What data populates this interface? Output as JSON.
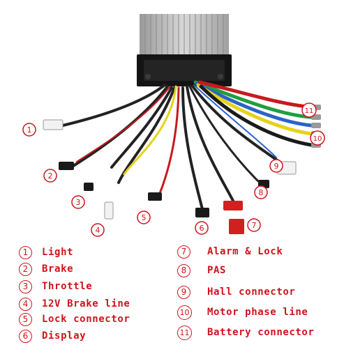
{
  "callout_numbers": [
    "1",
    "2",
    "3",
    "4",
    "5",
    "6",
    "7",
    "8",
    "9",
    "10",
    "11"
  ],
  "legend": {
    "left": [
      {
        "num": "1",
        "label": "Light"
      },
      {
        "num": "2",
        "label": "Brake"
      },
      {
        "num": "3",
        "label": "Throttle"
      },
      {
        "num": "4",
        "label": "12V Brake line"
      },
      {
        "num": "5",
        "label": "Lock connector"
      },
      {
        "num": "6",
        "label": "Display"
      }
    ],
    "right": [
      {
        "num": "7",
        "label": "Alarm & Lock"
      },
      {
        "num": "8",
        "label": "PAS"
      },
      {
        "num": "9",
        "label": "Hall connector"
      },
      {
        "num": "10",
        "label": "Motor phase line"
      },
      {
        "num": "11",
        "label": "Battery connector"
      }
    ]
  },
  "colors": {
    "accent_red": "#d0121b",
    "housing": "#b9b9b9",
    "wire_yellow": "#e6d21a",
    "wire_green": "#1f9e3e",
    "wire_blue": "#2a63c8",
    "wire_red": "#c8191e",
    "wire_black": "#1a1a1a"
  }
}
